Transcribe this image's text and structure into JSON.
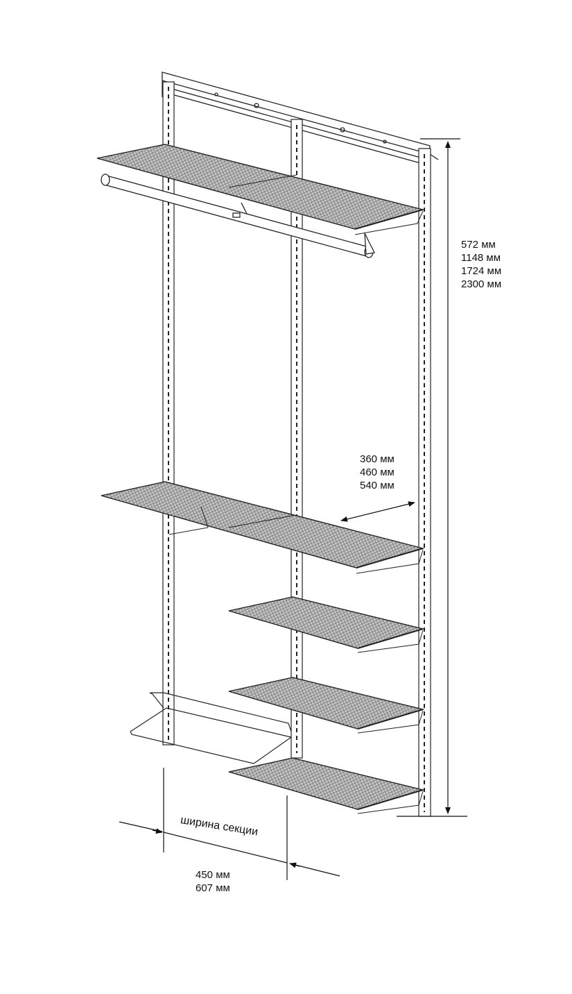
{
  "labels": {
    "height": [
      "572 мм",
      "1148 мм",
      "1724 мм",
      "2300 мм"
    ],
    "depth": [
      "360 мм",
      "460 мм",
      "540 мм"
    ],
    "width_caption": "ширина секции",
    "width": [
      "450 мм",
      "607 мм"
    ]
  },
  "colors": {
    "line": "#222222",
    "shelf_mesh": "#8a8a8a",
    "shelf_fill": "#b9b9b9",
    "background": "#ffffff"
  },
  "icons": [
    "arrow-icon"
  ]
}
